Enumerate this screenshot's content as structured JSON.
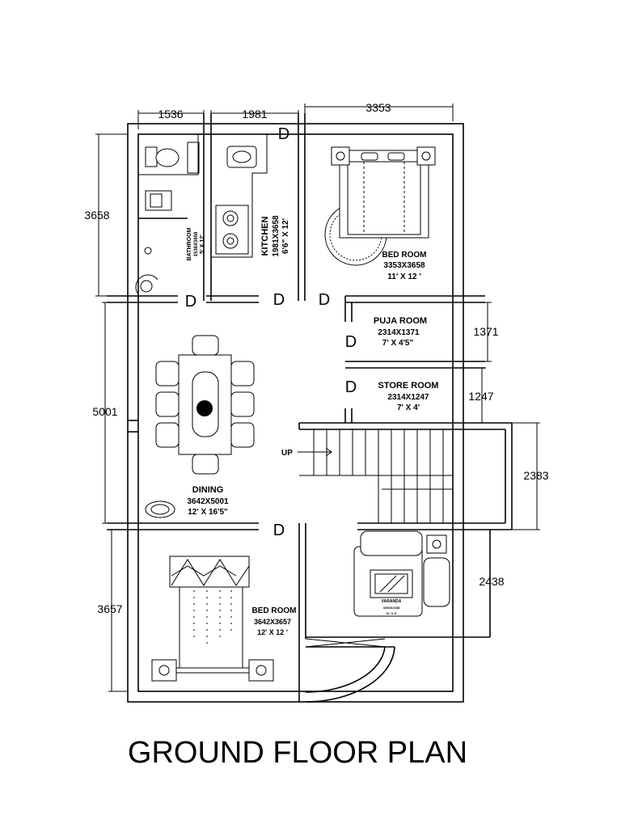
{
  "title": "GROUND FLOOR PLAN",
  "dimensions": {
    "top_bath": "1536",
    "top_kitchen": "1981",
    "top_bed": "3353",
    "left_bath": "3658",
    "left_dining": "5001",
    "left_bed": "3657",
    "right_puja": "1371",
    "right_store": "1247",
    "right_stair": "2383",
    "right_veranda": "2438"
  },
  "rooms": {
    "bathroom": {
      "name": "BATHROOM",
      "size": "1536X3658",
      "imperial": "5' X 12'"
    },
    "kitchen": {
      "name": "KITCHEN",
      "size": "1981X3658",
      "imperial": "6'6\" X 12'"
    },
    "bedroom_top": {
      "name": "BED ROOM",
      "size": "3353X3658",
      "imperial": "11' X 12 '"
    },
    "puja": {
      "name": "PUJA ROOM",
      "size": "2314X1371",
      "imperial": "7' X 4'5\""
    },
    "store": {
      "name": "STORE ROOM",
      "size": "2314X1247",
      "imperial": "7' X 4'"
    },
    "dining": {
      "name": "DINING",
      "size": "3642X5001",
      "imperial": "12' X 16'5\""
    },
    "bedroom_bottom": {
      "name": "BED ROOM",
      "size": "3642X3657",
      "imperial": "12' X 12 '"
    },
    "veranda": {
      "name": "VARANDA",
      "size": "3353X2438",
      "imperial": "11' X 8'"
    }
  },
  "door_label": "D",
  "stair_label": "UP"
}
